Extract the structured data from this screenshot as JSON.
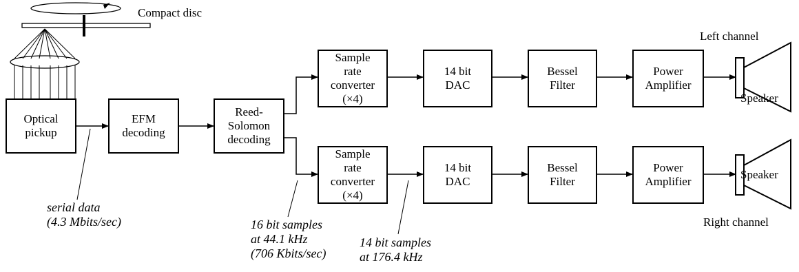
{
  "colors": {
    "ink": "#000000",
    "background": "#ffffff"
  },
  "disc": {
    "label": "Compact disc"
  },
  "channels": {
    "left": "Left channel",
    "right": "Right channel"
  },
  "blocks": {
    "optical_pickup": "Optical\npickup",
    "efm_decoding": "EFM\ndecoding",
    "reed_solomon": "Reed-\nSolomon\ndecoding",
    "left": {
      "sample_rate_converter": "Sample\nrate\nconverter\n(×4)",
      "dac": "14 bit\nDAC",
      "bessel_filter": "Bessel\nFilter",
      "power_amplifier": "Power\nAmplifier",
      "speaker": "Speaker"
    },
    "right": {
      "sample_rate_converter": "Sample\nrate\nconverter\n(×4)",
      "dac": "14 bit\nDAC",
      "bessel_filter": "Bessel\nFilter",
      "power_amplifier": "Power\nAmplifier",
      "speaker": "Speaker"
    }
  },
  "annotations": {
    "serial_data": "serial data\n(4.3 Mbits/sec)",
    "samples_16bit": "16 bit samples\nat 44.1 kHz\n(706 Kbits/sec)",
    "samples_14bit": "14 bit samples\nat 176.4 kHz"
  }
}
